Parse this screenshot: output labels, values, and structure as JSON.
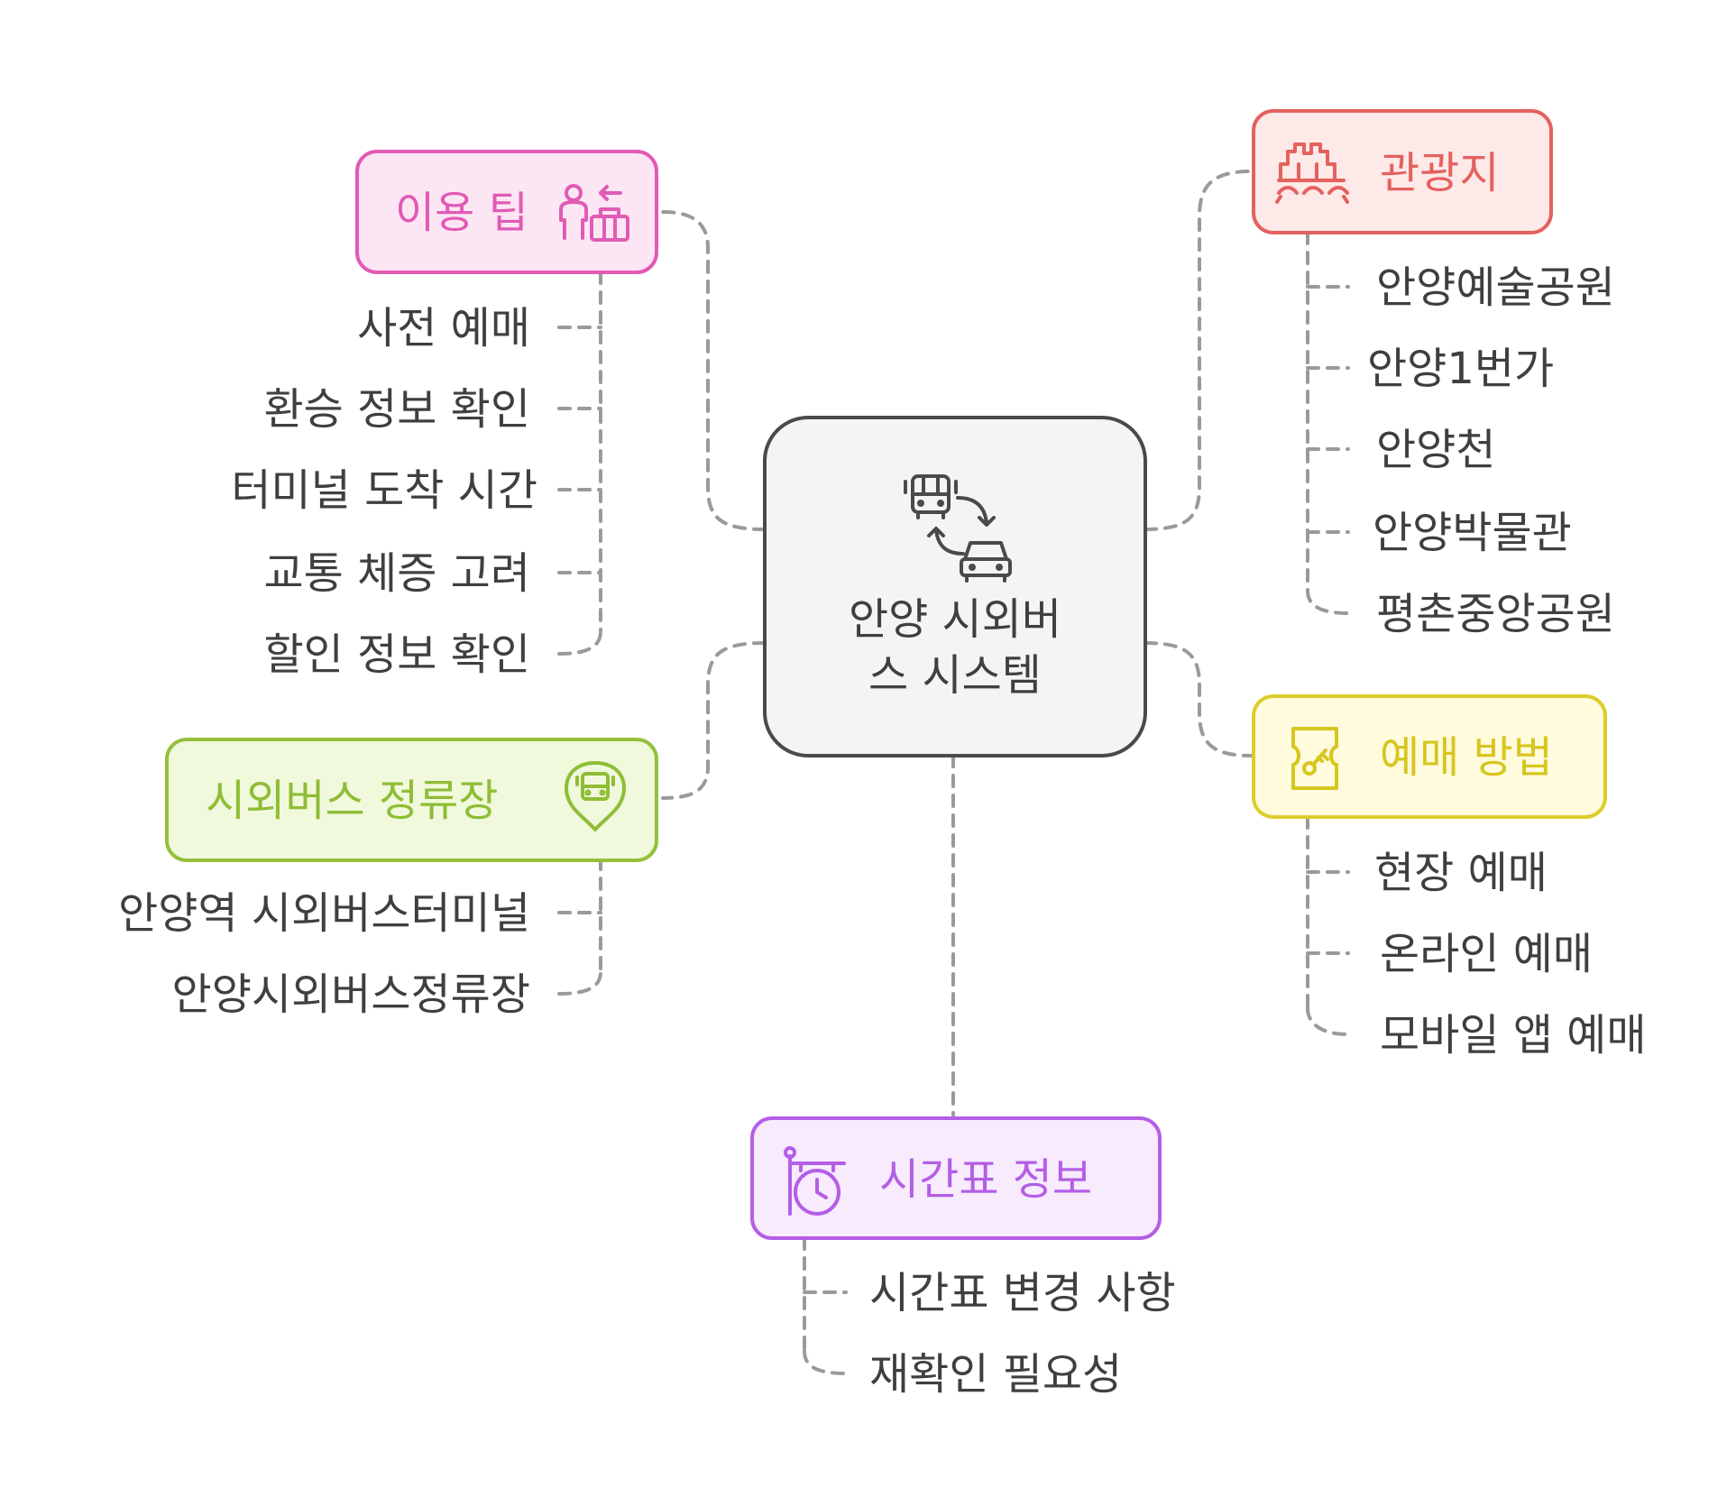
{
  "center": {
    "line1": "안양 시외버",
    "line2": "스 시스템",
    "icon": "bus-car-transfer-icon",
    "fill": "#f4f4f4",
    "stroke": "#4a4a4a"
  },
  "branches": {
    "tips": {
      "label": "이용 팁",
      "icon": "traveler-luggage-icon",
      "fill": "#fde6f4",
      "stroke": "#e05bb5",
      "text_color": "#e05bb5",
      "items": [
        "사전 예매",
        "환승 정보 확인",
        "터미널 도착 시간",
        "교통 체증 고려",
        "할인 정보 확인"
      ]
    },
    "stops": {
      "label": "시외버스 정류장",
      "icon": "bus-location-pin-icon",
      "fill": "#f1f9dc",
      "stroke": "#93c13c",
      "text_color": "#8fbd36",
      "items": [
        "안양역 시외버스터미널",
        "안양시외버스정류장"
      ]
    },
    "sights": {
      "label": "관광지",
      "icon": "landmark-icon",
      "fill": "#fde9e8",
      "stroke": "#e4615e",
      "text_color": "#e4615e",
      "items": [
        "안양예술공원",
        "안양1번가",
        "안양천",
        "안양박물관",
        "평촌중앙공원"
      ]
    },
    "booking": {
      "label": "예매 방법",
      "icon": "ticket-key-icon",
      "fill": "#fffbdc",
      "stroke": "#dccd2a",
      "text_color": "#d6c61f",
      "items": [
        "현장 예매",
        "온라인 예매",
        "모바일 앱 예매"
      ]
    },
    "timetable": {
      "label": "시간표 정보",
      "icon": "clock-sign-icon",
      "fill": "#f7ebfd",
      "stroke": "#b45ee6",
      "text_color": "#b45ee6",
      "items": [
        "시간표 변경 사항",
        "재확인 필요성"
      ]
    }
  },
  "connector_color": "#9a9a9a"
}
